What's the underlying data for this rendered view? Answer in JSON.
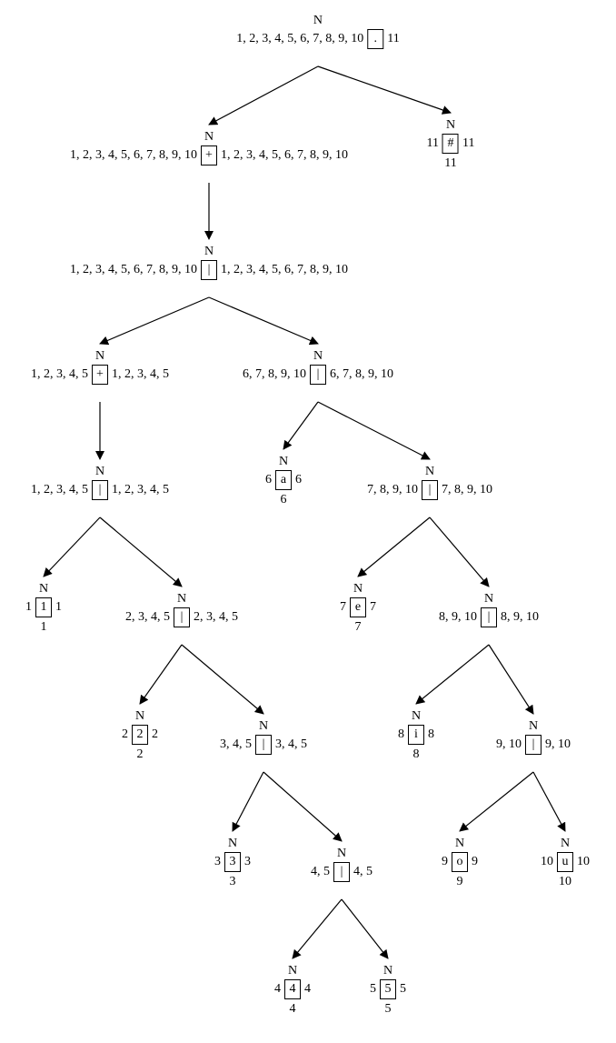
{
  "nodes": [
    {
      "id": "root",
      "n": "N",
      "first": "1, 2, 3, 4, 5, 6, 7, 8, 9, 10",
      "symbol": ".",
      "last": "11",
      "follow": ""
    },
    {
      "id": "end",
      "n": "N",
      "first": "11",
      "symbol": "#",
      "last": "11",
      "follow": "11"
    },
    {
      "id": "cat1",
      "n": "N",
      "first": "1, 2, 3, 4, 5, 6, 7, 8, 9, 10",
      "symbol": "+",
      "last": "1, 2, 3, 4, 5, 6, 7, 8, 9, 10",
      "follow": ""
    },
    {
      "id": "or1",
      "n": "N",
      "first": "1, 2, 3, 4, 5, 6, 7, 8, 9, 10",
      "symbol": "|",
      "last": "1, 2, 3, 4, 5, 6, 7, 8, 9, 10",
      "follow": ""
    },
    {
      "id": "plus2",
      "n": "N",
      "first": "1, 2, 3, 4, 5",
      "symbol": "+",
      "last": "1, 2, 3, 4, 5",
      "follow": ""
    },
    {
      "id": "or_r1",
      "n": "N",
      "first": "6, 7, 8, 9, 10",
      "symbol": "|",
      "last": "6, 7, 8, 9, 10",
      "follow": ""
    },
    {
      "id": "or_l1",
      "n": "N",
      "first": "1, 2, 3, 4, 5",
      "symbol": "|",
      "last": "1, 2, 3, 4, 5",
      "follow": ""
    },
    {
      "id": "leaf_a",
      "n": "N",
      "first": "6",
      "symbol": "a",
      "last": "6",
      "follow": "6"
    },
    {
      "id": "or_r2",
      "n": "N",
      "first": "7, 8, 9, 10",
      "symbol": "|",
      "last": "7, 8, 9, 10",
      "follow": ""
    },
    {
      "id": "leaf_1",
      "n": "N",
      "first": "1",
      "symbol": "1",
      "last": "1",
      "follow": "1"
    },
    {
      "id": "or_l2",
      "n": "N",
      "first": "2, 3, 4, 5",
      "symbol": "|",
      "last": "2, 3, 4, 5",
      "follow": ""
    },
    {
      "id": "leaf_e",
      "n": "N",
      "first": "7",
      "symbol": "e",
      "last": "7",
      "follow": "7"
    },
    {
      "id": "or_r3",
      "n": "N",
      "first": "8, 9, 10",
      "symbol": "|",
      "last": "8, 9, 10",
      "follow": ""
    },
    {
      "id": "leaf_2",
      "n": "N",
      "first": "2",
      "symbol": "2",
      "last": "2",
      "follow": "2"
    },
    {
      "id": "or_l3",
      "n": "N",
      "first": "3, 4, 5",
      "symbol": "|",
      "last": "3, 4, 5",
      "follow": ""
    },
    {
      "id": "leaf_i",
      "n": "N",
      "first": "8",
      "symbol": "i",
      "last": "8",
      "follow": "8"
    },
    {
      "id": "or_r4",
      "n": "N",
      "first": "9, 10",
      "symbol": "|",
      "last": "9, 10",
      "follow": ""
    },
    {
      "id": "leaf_3",
      "n": "N",
      "first": "3",
      "symbol": "3",
      "last": "3",
      "follow": "3"
    },
    {
      "id": "or_l4",
      "n": "N",
      "first": "4, 5",
      "symbol": "|",
      "last": "4, 5",
      "follow": ""
    },
    {
      "id": "leaf_o",
      "n": "N",
      "first": "9",
      "symbol": "o",
      "last": "9",
      "follow": "9"
    },
    {
      "id": "leaf_u",
      "n": "N",
      "first": "10",
      "symbol": "u",
      "last": "10",
      "follow": "10"
    },
    {
      "id": "leaf_4",
      "n": "N",
      "first": "4",
      "symbol": "4",
      "last": "4",
      "follow": "4"
    },
    {
      "id": "leaf_5",
      "n": "N",
      "first": "5",
      "symbol": "5",
      "last": "5",
      "follow": "5"
    }
  ],
  "edges": [
    [
      "root",
      "cat1"
    ],
    [
      "root",
      "end"
    ],
    [
      "cat1",
      "or1"
    ],
    [
      "or1",
      "plus2"
    ],
    [
      "or1",
      "or_r1"
    ],
    [
      "plus2",
      "or_l1"
    ],
    [
      "or_r1",
      "leaf_a"
    ],
    [
      "or_r1",
      "or_r2"
    ],
    [
      "or_l1",
      "leaf_1"
    ],
    [
      "or_l1",
      "or_l2"
    ],
    [
      "or_r2",
      "leaf_e"
    ],
    [
      "or_r2",
      "or_r3"
    ],
    [
      "or_l2",
      "leaf_2"
    ],
    [
      "or_l2",
      "or_l3"
    ],
    [
      "or_r3",
      "leaf_i"
    ],
    [
      "or_r3",
      "or_r4"
    ],
    [
      "or_l3",
      "leaf_3"
    ],
    [
      "or_l3",
      "or_l4"
    ],
    [
      "or_r4",
      "leaf_o"
    ],
    [
      "or_r4",
      "leaf_u"
    ],
    [
      "or_l4",
      "leaf_4"
    ],
    [
      "or_l4",
      "leaf_5"
    ]
  ]
}
